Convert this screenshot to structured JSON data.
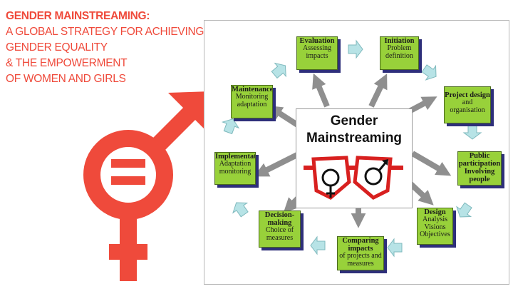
{
  "heading": {
    "line1": "GENDER MAINSTREAMING:",
    "line2": "A GLOBAL STRATEGY FOR ACHIEVING",
    "line3": "GENDER EQUALITY",
    "line4": "& THE EMPOWERMENT",
    "line5": "OF WOMEN AND GIRLS"
  },
  "colors": {
    "accent": "#ef4a3b",
    "card": "#98d13a",
    "card_shadow": "#2e2f7a",
    "arrow_grey": "#8f8f8f",
    "arrow_light": "#b7e3e6"
  },
  "diagram": {
    "center": {
      "line1": "Gender",
      "line2": "Mainstreaming"
    },
    "cards": {
      "evaluation": {
        "title": "Evaluation",
        "sub": "Assessing impacts"
      },
      "initiation": {
        "title": "Initiation",
        "sub": "Problem definition"
      },
      "project_design": {
        "title": "Project design",
        "sub": "and organisation"
      },
      "public_participation": {
        "title": "Public participation Involving people",
        "sub": ""
      },
      "design": {
        "title": "Design",
        "sub": "Analysis Visions Objectives"
      },
      "comparing": {
        "title": "Comparing impacts",
        "sub": "of projects and measures"
      },
      "decision": {
        "title": "Decision-making",
        "sub": "Choice of measures"
      },
      "implementation": {
        "title": "Implementation",
        "sub": "Adaptation monitoring"
      },
      "maintenance": {
        "title": "Maintenance",
        "sub": "Monitoring adaptation"
      }
    }
  }
}
